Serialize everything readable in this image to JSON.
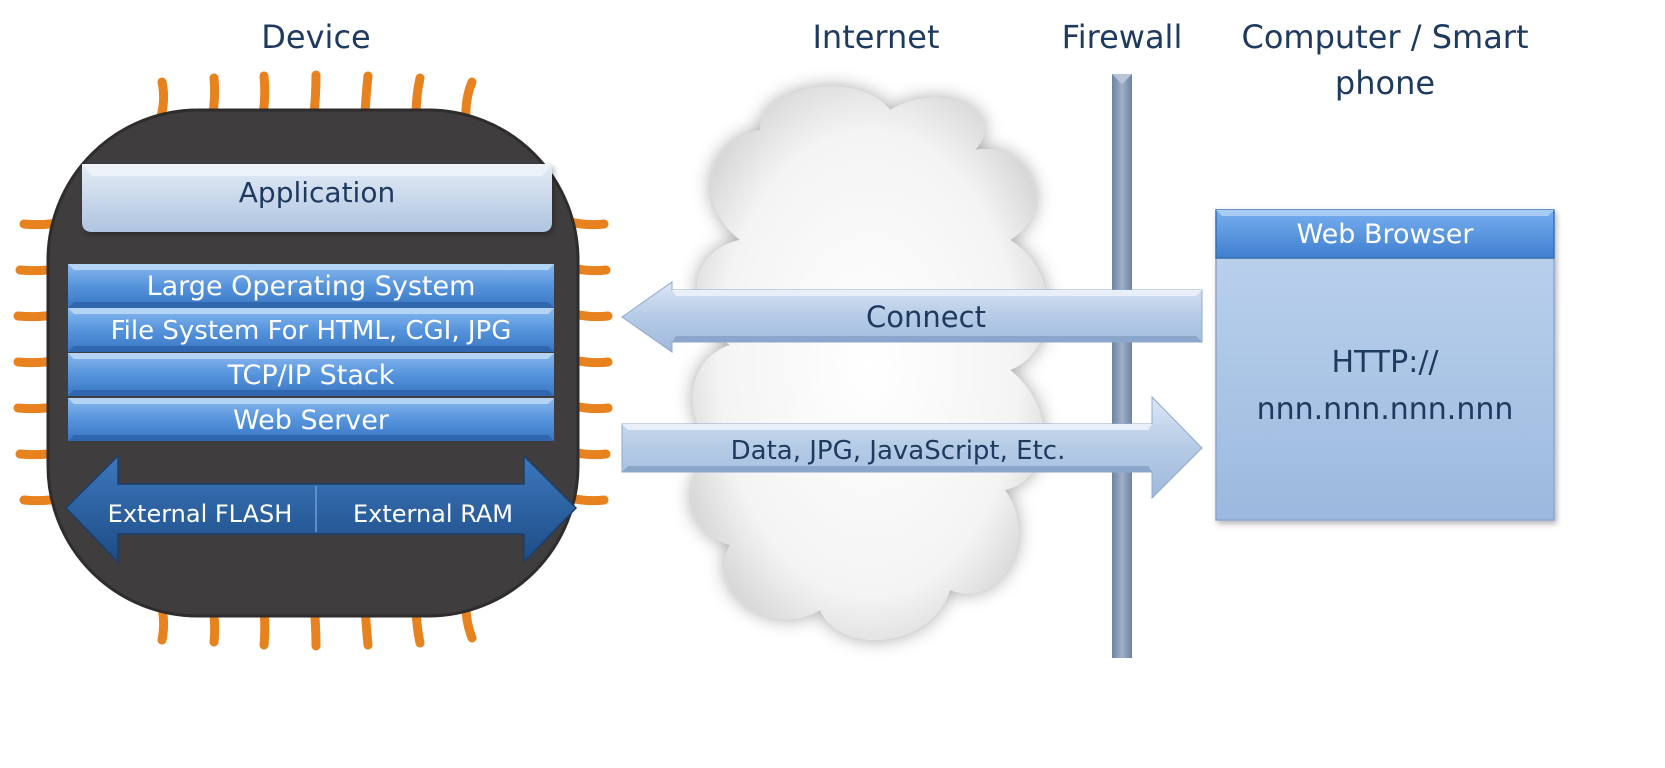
{
  "headings": {
    "device": "Device",
    "internet": "Internet",
    "firewall": "Firewall",
    "computer_line1": "Computer / Smart",
    "computer_line2": "phone"
  },
  "device": {
    "application": "Application",
    "stack": [
      "Large Operating System",
      "File System For HTML, CGI, JPG",
      "TCP/IP Stack",
      "Web Server"
    ],
    "memory_left": "External FLASH",
    "memory_right": "External RAM"
  },
  "arrows": {
    "connect": "Connect",
    "data": "Data, JPG, JavaScript, Etc."
  },
  "browser": {
    "title": "Web Browser",
    "address_line1": "HTTP://",
    "address_line2": "nnn.nnn.nnn.nnn"
  },
  "colors": {
    "heading_text": "#1f3a5f",
    "chip_body": "#403d3e",
    "chip_pins": "#e8821e",
    "stack_blue": "#4f8fd6",
    "memory_blue": "#2a5f9e",
    "arrow_fill": "#b8cde6",
    "firewall": "#8193ad",
    "browser_body": "#a9c3e2",
    "browser_title": "#4b8bd8"
  }
}
